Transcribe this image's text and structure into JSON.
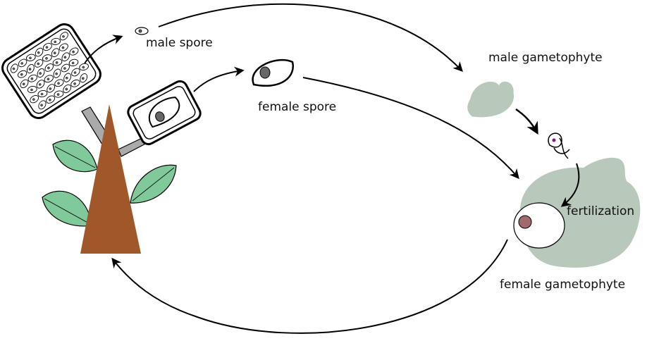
{
  "labels": {
    "male_spore": "male spore",
    "female_spore": "female spore",
    "male_gametophyte": "male gametophyte",
    "fertilization": "fertilization",
    "female_gametophyte": "female gametophyte"
  },
  "colors": {
    "stroke": "#000000",
    "trunk": "#a0582b",
    "leaf": "#7fc99b",
    "gametophyte": "#b8c9bc",
    "nucleus_gray": "#666666",
    "egg_nucleus": "#a06a6a",
    "sperm_dot": "#7a1a7a",
    "stalk": "#aaaaaa"
  }
}
